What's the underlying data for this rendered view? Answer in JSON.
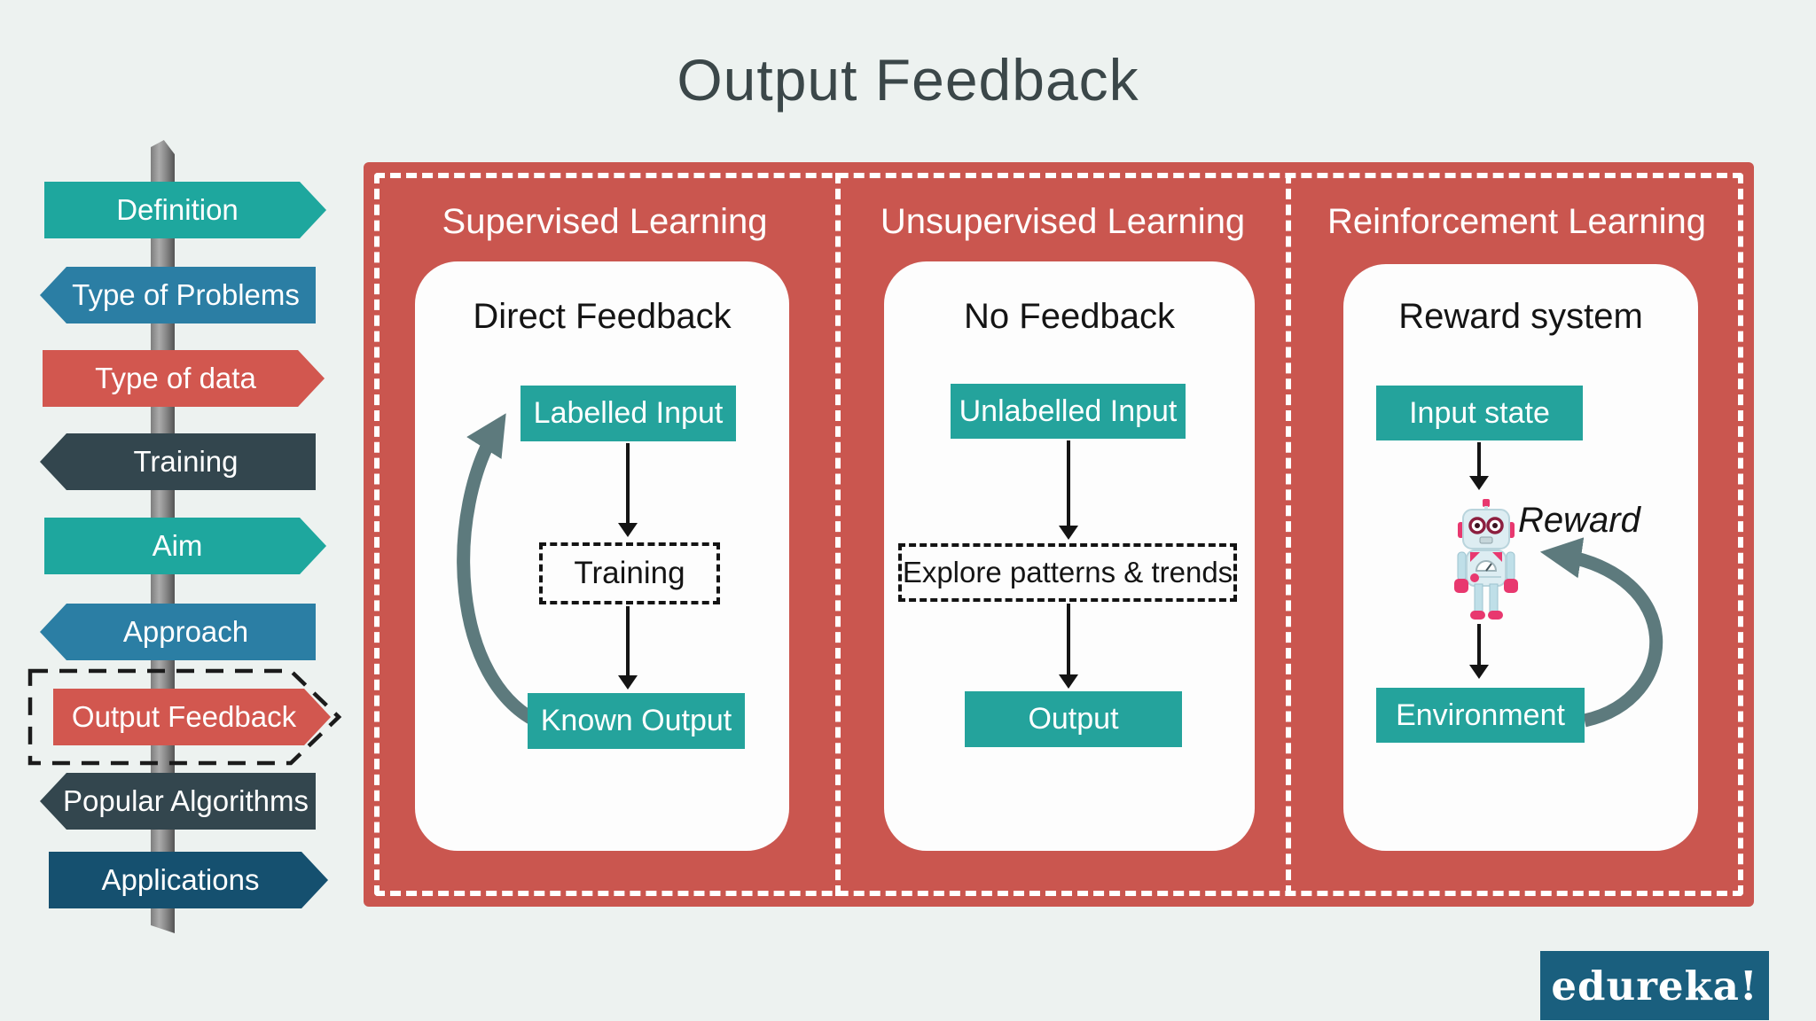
{
  "title": "Output Feedback",
  "sidebar": {
    "items": [
      {
        "label": "Definition",
        "color": "#1ea79e",
        "direction": "right",
        "active": false
      },
      {
        "label": "Type of Problems",
        "color": "#2b7ea4",
        "direction": "left",
        "active": false
      },
      {
        "label": "Type of data",
        "color": "#d2574f",
        "direction": "right",
        "active": false
      },
      {
        "label": "Training",
        "color": "#33464e",
        "direction": "left",
        "active": false
      },
      {
        "label": "Aim",
        "color": "#1ea79e",
        "direction": "right",
        "active": false
      },
      {
        "label": "Approach",
        "color": "#2b7ea4",
        "direction": "left",
        "active": false
      },
      {
        "label": "Output Feedback",
        "color": "#d2574f",
        "direction": "right",
        "active": true
      },
      {
        "label": "Popular Algorithms",
        "color": "#33464e",
        "direction": "left",
        "active": false
      },
      {
        "label": "Applications",
        "color": "#15506f",
        "direction": "right",
        "active": false
      }
    ]
  },
  "diagram": {
    "panel_color": "#ca564f",
    "box_color": "#24a39c",
    "loop_arrow_color": "#5d7a7d",
    "panels": [
      {
        "header": "Supervised Learning",
        "feedback_type": "Direct Feedback",
        "input_box": "Labelled Input",
        "process_box": "Training",
        "output_box": "Known Output"
      },
      {
        "header": "Unsupervised Learning",
        "feedback_type": "No Feedback",
        "input_box": "Unlabelled Input",
        "process_box": "Explore patterns & trends",
        "output_box": "Output"
      },
      {
        "header": "Reinforcement Learning",
        "feedback_type": "Reward system",
        "input_box": "Input state",
        "reward_label": "Reward",
        "output_box": "Environment"
      }
    ]
  },
  "logo": {
    "text": "edureka!",
    "background": "#1a5f7e"
  }
}
